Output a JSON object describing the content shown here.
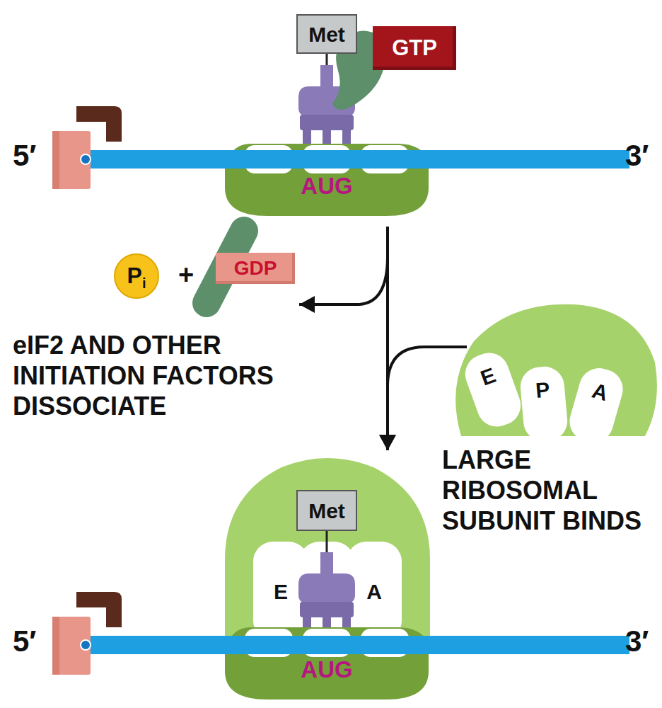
{
  "diagram": {
    "nodes": [
      {
        "text": [
          "Met"
        ]
      },
      {
        "text": [
          "GTP"
        ]
      },
      {
        "text": [
          "AUG"
        ]
      },
      {
        "text": [
          "P",
          "i"
        ]
      },
      {
        "text": [
          "GDP"
        ]
      },
      {
        "text": []
      },
      {
        "text": [
          "E"
        ],
        "in": 5
      },
      {
        "text": [
          "P"
        ],
        "in": 5
      },
      {
        "text": [
          "A"
        ],
        "in": 5
      },
      {
        "text": []
      },
      {
        "text": [
          "Met"
        ],
        "in": 9
      },
      {
        "text": [
          "E"
        ],
        "in": 9
      },
      {
        "text": [
          "A"
        ],
        "in": 9
      },
      {
        "text": [
          "AUG"
        ]
      }
    ],
    "edges": [
      {
        "from": 2,
        "to": 9,
        "arrow": "to"
      },
      {
        "from": 2,
        "to": 4,
        "arrow": "to"
      },
      {
        "from": 5,
        "to": 9,
        "arrow": "to"
      }
    ],
    "labels": [
      "5′",
      "3′",
      "+",
      "eIF2 AND OTHER INITIATION FACTORS DISSOCIATE",
      "LARGE RIBOSOMAL SUBUNIT BINDS",
      "5′",
      "3′"
    ]
  }
}
